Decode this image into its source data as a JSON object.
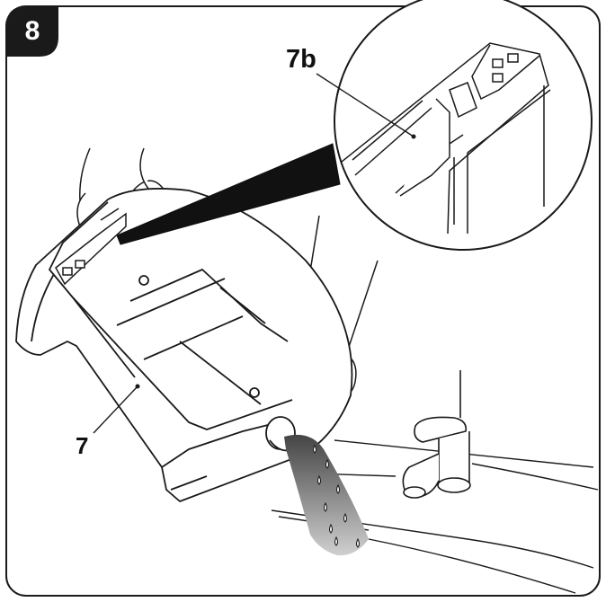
{
  "step": {
    "number": "8"
  },
  "labels": {
    "tank": "7",
    "detail": "7b"
  },
  "colors": {
    "badge": "#1a1a1a",
    "line": "#1a1a1a",
    "water": "#9a9a9a"
  },
  "icons": {
    "water_drop": "drop-icon",
    "faucet": "faucet-icon"
  }
}
